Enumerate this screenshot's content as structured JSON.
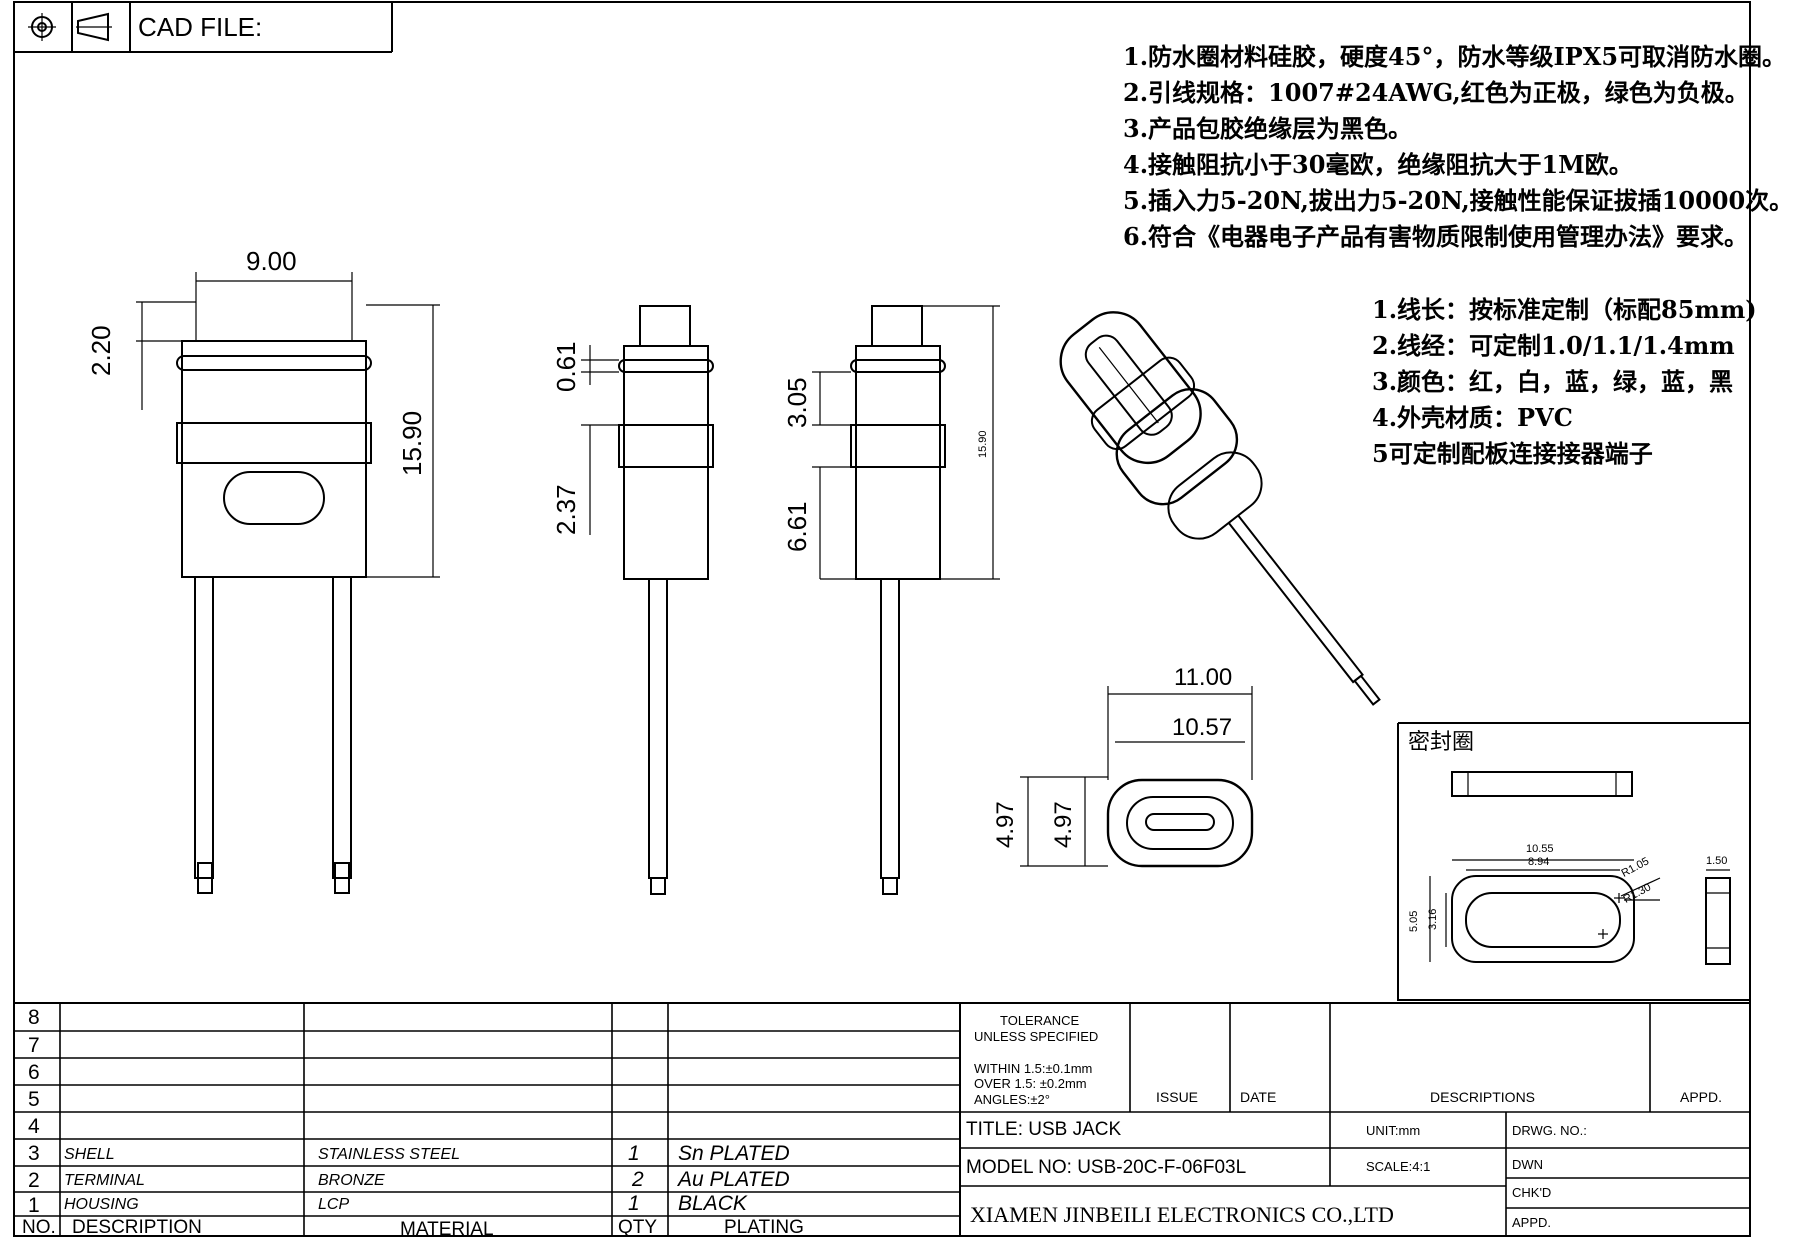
{
  "cad_label": "CAD FILE:",
  "notes_main": [
    "1.防水圈材料硅胶，硬度45°，防水等级IPX5可取消防水圈。",
    "2.引线规格：1007#24AWG,红色为正极，绿色为负极。",
    "3.产品包胶绝缘层为黑色。",
    "4.接触阻抗小于30毫欧，绝缘阻抗大于1M欧。",
    "5.插入力5-20N,拔出力5-20N,接触性能保证拔插10000次。",
    "6.符合《电器电子产品有害物质限制使用管理办法》要求。"
  ],
  "notes_wire": [
    "1.线长：按标准定制（标配85mm)",
    "2.线经：可定制1.0/1.1/1.4mm",
    "3.颜色：红，白，蓝，绿，蓝，黑",
    "4.外壳材质：PVC",
    "5可定制配板连接接器端子"
  ],
  "dims": {
    "front_width": "9.00",
    "front_ring": "2.20",
    "front_height": "15.90",
    "side_ring": "0.61",
    "side_band": "2.37",
    "side2_gap": "3.05",
    "side2_lower": "6.61",
    "side2_height": "15.90",
    "end_outer_w": "11.00",
    "end_inner_w": "10.57",
    "end_outer_h": "4.97",
    "end_inner_h": "4.97"
  },
  "seal": {
    "title": "密封圈",
    "outer_w": "10.55",
    "inner_w": "8.94",
    "r_inner": "R1.05",
    "r_outer": "R1.30",
    "outer_h": "5.05",
    "inner_h": "3.16",
    "thickness": "1.50"
  },
  "bom": {
    "row_numbers": [
      "8",
      "7",
      "6",
      "5",
      "4",
      "3",
      "2",
      "1"
    ],
    "items": [
      {
        "no": "3",
        "desc": "SHELL",
        "material": "STAINLESS STEEL",
        "qty": "1",
        "plating": "Sn PLATED"
      },
      {
        "no": "2",
        "desc": "TERMINAL",
        "material": "BRONZE",
        "qty": "2",
        "plating": "Au PLATED"
      },
      {
        "no": "1",
        "desc": "HOUSING",
        "material": "LCP",
        "qty": "1",
        "plating": "BLACK"
      }
    ],
    "headers": {
      "no": "NO.",
      "desc": "DESCRIPTION",
      "material": "MATERIAL",
      "qty": "QTY",
      "plating": "PLATING"
    }
  },
  "title_block": {
    "tol_title_1": "TOLERANCE",
    "tol_title_2": "UNLESS SPECIFIED",
    "tol_1": "WITHIN 1.5:±0.1mm",
    "tol_2": "OVER 1.5: ±0.2mm",
    "tol_3": "ANGLES:±2°",
    "issue": "ISSUE",
    "date": "DATE",
    "descriptions": "DESCRIPTIONS",
    "appd": "APPD.",
    "title": "TITLE:  USB JACK",
    "model": "MODEL NO: USB-20C-F-06F03L",
    "unit": "UNIT:mm",
    "scale": "SCALE:4:1",
    "drwg_no": "DRWG. NO.:",
    "dwn": "DWN",
    "chkd": "CHK'D",
    "appd2": "APPD.",
    "company": "XIAMEN JINBEILI ELECTRONICS CO.,LTD"
  }
}
